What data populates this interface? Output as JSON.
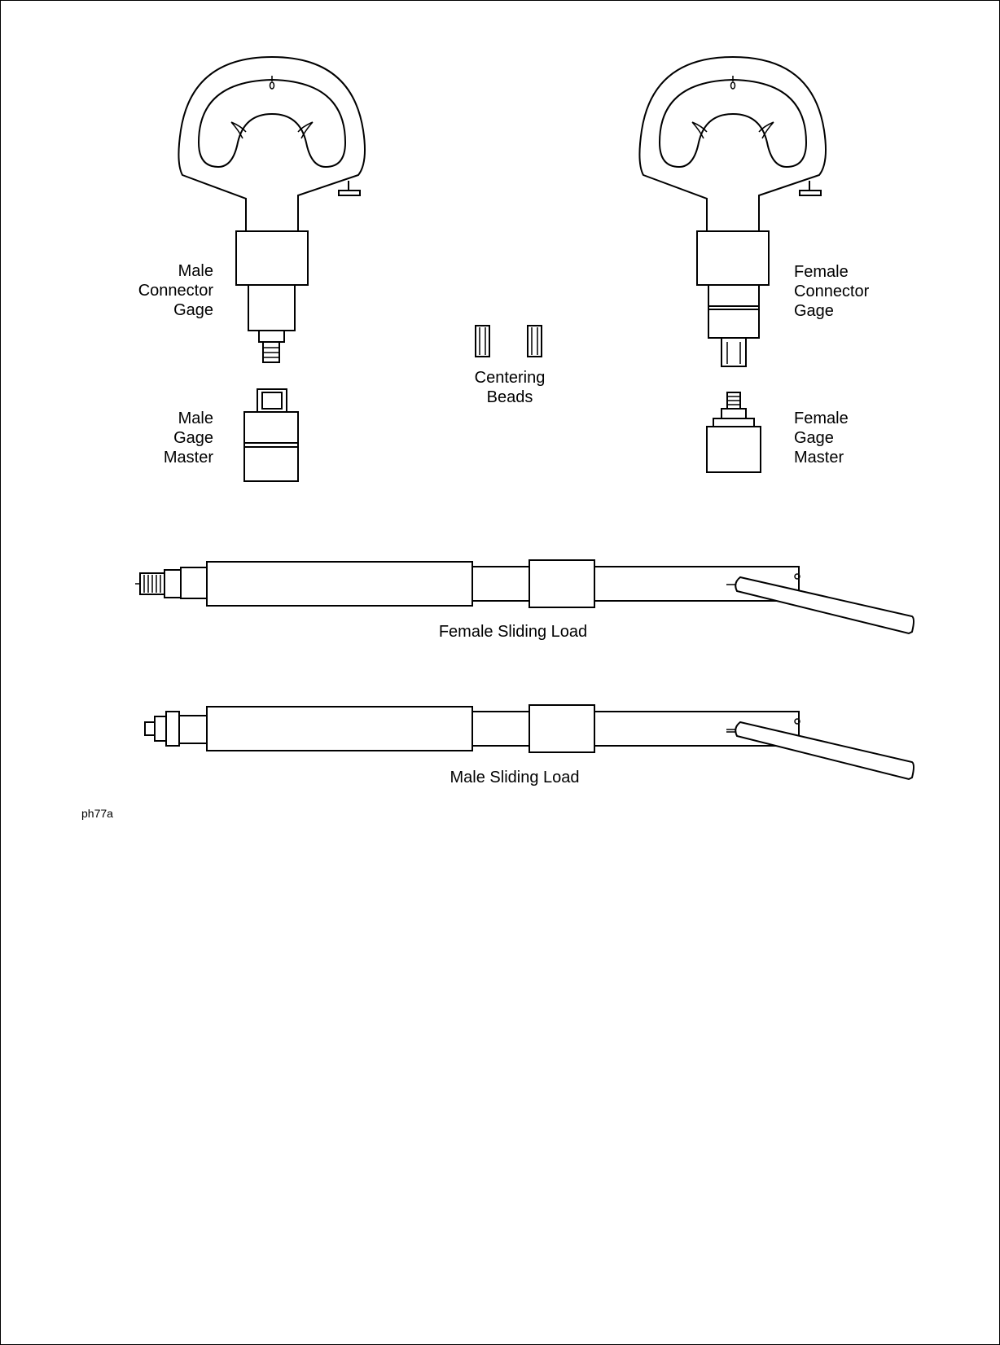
{
  "labels": {
    "male_connector_gage": [
      "Male",
      "Connector",
      "Gage"
    ],
    "female_connector_gage": [
      "Female",
      "Connector",
      "Gage"
    ],
    "centering_beads": [
      "Centering",
      "Beads"
    ],
    "male_gage_master": [
      "Male",
      "Gage",
      "Master"
    ],
    "female_gage_master": [
      "Female",
      "Gage",
      "Master"
    ],
    "female_sliding_load": "Female Sliding Load",
    "male_sliding_load": "Male Sliding Load",
    "figure_id": "ph77a"
  }
}
